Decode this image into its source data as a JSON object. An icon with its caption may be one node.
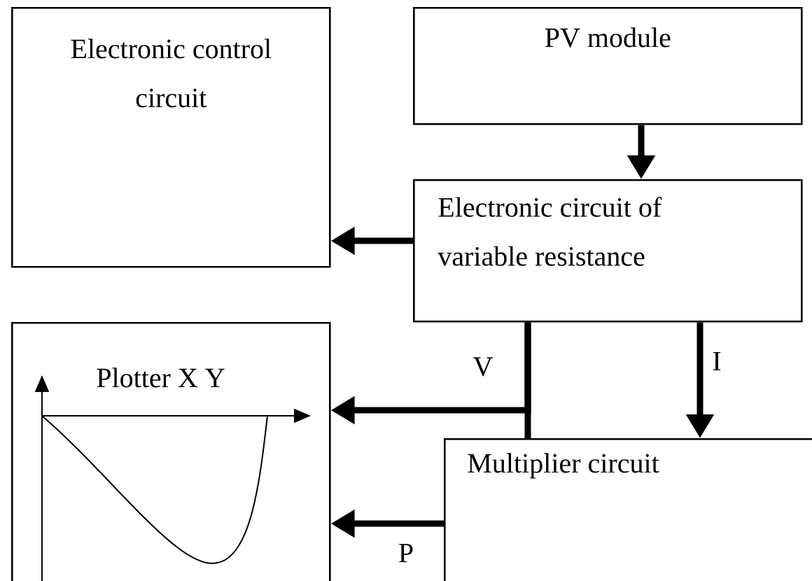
{
  "diagram": {
    "nodes": [
      {
        "text": [
          "Electronic control circuit"
        ]
      },
      {
        "text": [
          "PV module"
        ]
      },
      {
        "text": [
          "Electronic circuit of variable resistance"
        ]
      },
      {
        "text": [
          "Plotter X Y"
        ]
      },
      {
        "text": [
          "Multiplier circuit"
        ]
      }
    ],
    "edges": [
      {
        "from": 1,
        "to": 2,
        "arrow": "to"
      },
      {
        "from": 2,
        "to": 0,
        "arrow": "to"
      },
      {
        "from": 2,
        "to": 3,
        "arrow": "to"
      },
      {
        "from": 2,
        "to": 4,
        "arrow": "none",
        "label": "V"
      },
      {
        "from": 2,
        "to": 4,
        "arrow": "to",
        "label": "I"
      },
      {
        "from": 4,
        "to": 3,
        "arrow": "to",
        "label": "P"
      }
    ]
  }
}
